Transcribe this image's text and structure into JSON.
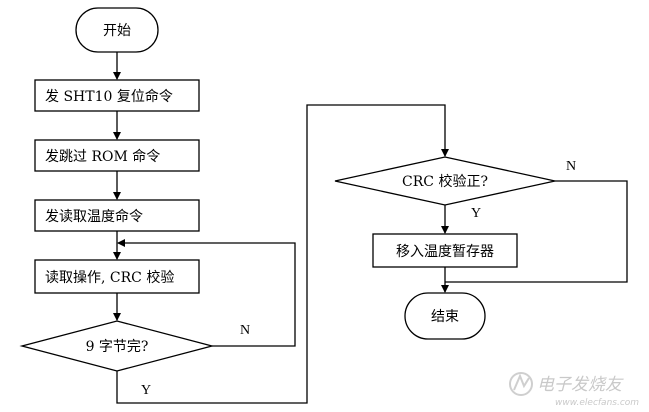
{
  "nodes": {
    "start": "开始",
    "reset": "发 SHT10 复位命令",
    "skip_rom": "发跳过 ROM 命令",
    "read_temp_cmd": "发读取温度命令",
    "read_crc": "读取操作, CRC 校验",
    "nine_bytes": "9 字节完?",
    "crc_ok": "CRC 校验正?",
    "move_temp": "移入温度暂存器",
    "end": "结束"
  },
  "labels": {
    "n_loop": "N",
    "y_next": "Y",
    "n_crc": "N",
    "y_crc": "Y"
  },
  "watermark": {
    "text": "电子发烧友",
    "url": "www.elecfans.com"
  }
}
